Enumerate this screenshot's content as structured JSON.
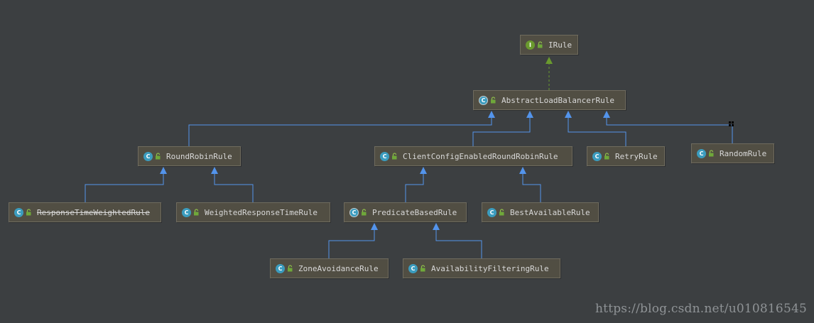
{
  "diagram": {
    "nodes": [
      {
        "id": "irule",
        "label": "IRule",
        "kind": "interface",
        "kind_letter": "I",
        "deprecated": false
      },
      {
        "id": "abstract-load-balancer-rule",
        "label": "AbstractLoadBalancerRule",
        "kind": "abstract",
        "kind_letter": "C",
        "deprecated": false
      },
      {
        "id": "round-robin-rule",
        "label": "RoundRobinRule",
        "kind": "class",
        "kind_letter": "C",
        "deprecated": false
      },
      {
        "id": "client-config-enabled-round-robin-rule",
        "label": "ClientConfigEnabledRoundRobinRule",
        "kind": "class",
        "kind_letter": "C",
        "deprecated": false
      },
      {
        "id": "retry-rule",
        "label": "RetryRule",
        "kind": "class",
        "kind_letter": "C",
        "deprecated": false
      },
      {
        "id": "random-rule",
        "label": "RandomRule",
        "kind": "class",
        "kind_letter": "C",
        "deprecated": false
      },
      {
        "id": "response-time-weighted-rule",
        "label": "ResponseTimeWeightedRule",
        "kind": "class",
        "kind_letter": "C",
        "deprecated": true
      },
      {
        "id": "weighted-response-time-rule",
        "label": "WeightedResponseTimeRule",
        "kind": "class",
        "kind_letter": "C",
        "deprecated": false
      },
      {
        "id": "predicate-based-rule",
        "label": "PredicateBasedRule",
        "kind": "abstract",
        "kind_letter": "C",
        "deprecated": false
      },
      {
        "id": "best-available-rule",
        "label": "BestAvailableRule",
        "kind": "class",
        "kind_letter": "C",
        "deprecated": false
      },
      {
        "id": "zone-avoidance-rule",
        "label": "ZoneAvoidanceRule",
        "kind": "class",
        "kind_letter": "C",
        "deprecated": false
      },
      {
        "id": "availability-filtering-rule",
        "label": "AvailabilityFilteringRule",
        "kind": "class",
        "kind_letter": "C",
        "deprecated": false
      }
    ],
    "edges": [
      {
        "from": "abstract-load-balancer-rule",
        "to": "irule",
        "type": "implements"
      },
      {
        "from": "round-robin-rule",
        "to": "abstract-load-balancer-rule",
        "type": "extends"
      },
      {
        "from": "client-config-enabled-round-robin-rule",
        "to": "abstract-load-balancer-rule",
        "type": "extends"
      },
      {
        "from": "retry-rule",
        "to": "abstract-load-balancer-rule",
        "type": "extends"
      },
      {
        "from": "random-rule",
        "to": "abstract-load-balancer-rule",
        "type": "extends"
      },
      {
        "from": "response-time-weighted-rule",
        "to": "round-robin-rule",
        "type": "extends"
      },
      {
        "from": "weighted-response-time-rule",
        "to": "round-robin-rule",
        "type": "extends"
      },
      {
        "from": "predicate-based-rule",
        "to": "client-config-enabled-round-robin-rule",
        "type": "extends"
      },
      {
        "from": "best-available-rule",
        "to": "client-config-enabled-round-robin-rule",
        "type": "extends"
      },
      {
        "from": "zone-avoidance-rule",
        "to": "predicate-based-rule",
        "type": "extends"
      },
      {
        "from": "availability-filtering-rule",
        "to": "predicate-based-rule",
        "type": "extends"
      }
    ],
    "colors": {
      "background": "#3c3f41",
      "extends_edge": "#5394ec",
      "implements_edge": "#6a9a2e",
      "node_fill": "#514e43",
      "node_border": "#6f6b5e",
      "text": "#d8d8d8"
    }
  },
  "watermark": "https://blog.csdn.net/u010816545"
}
